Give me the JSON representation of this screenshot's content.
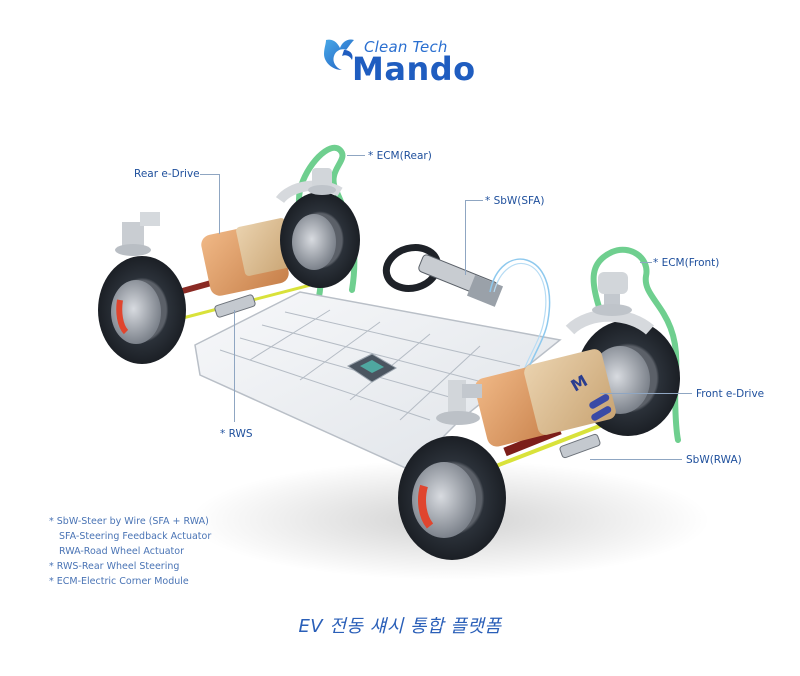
{
  "logo": {
    "subtitle": "Clean Tech",
    "brand": "Mando",
    "icon": "mando-swirl-logo-icon",
    "colors": {
      "primary": "#1f5dc0",
      "secondary": "#2a6fd0",
      "accent_light": "#49a9e8"
    }
  },
  "diagram": {
    "subject": "EV electric chassis platform",
    "labels": [
      {
        "id": "rear-e-drive",
        "text": "Rear e-Drive"
      },
      {
        "id": "ecm-rear",
        "text": "* ECM(Rear)"
      },
      {
        "id": "sbw-sfa",
        "text": "* SbW(SFA)"
      },
      {
        "id": "ecm-front",
        "text": "* ECM(Front)"
      },
      {
        "id": "front-e-drive",
        "text": "Front e-Drive"
      },
      {
        "id": "sbw-rwa",
        "text": "SbW(RWA)"
      },
      {
        "id": "rws",
        "text": "* RWS"
      }
    ],
    "colors": {
      "label_text": "#1e4f9c",
      "leader_line": "#8fa6c2",
      "ecm_highlight": "#6fcf8f",
      "motor_copper": "#d99a62",
      "motor_gold": "#d8b88a",
      "tire": "#2a3038",
      "brake": "#e0452e",
      "tie_rod": "#d9e23a",
      "battery_tray": "#eef0f3",
      "harness": "#8ec9ee"
    }
  },
  "legend": {
    "items": [
      {
        "text": "* SbW-Steer by Wire (SFA + RWA)",
        "indent": false
      },
      {
        "text": "SFA-Steering Feedback Actuator",
        "indent": true
      },
      {
        "text": "RWA-Road Wheel Actuator",
        "indent": true
      },
      {
        "text": "* RWS-Rear Wheel Steering",
        "indent": false
      },
      {
        "text": "* ECM-Electric Corner Module",
        "indent": false
      }
    ]
  },
  "caption": "EV 전동 섀시 통합 플랫폼"
}
